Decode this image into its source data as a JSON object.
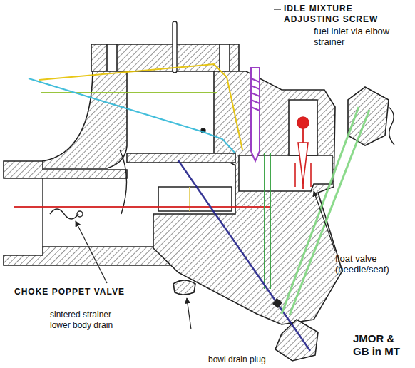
{
  "diagram": {
    "labels": [
      "IDLE MIXTURE ADJUSTING SCREW",
      "fuel inlet via elbow strainer",
      "float valve (needle/seat)",
      "CHOKE POPPET VALVE",
      "sintered strainer lower body drain",
      "bowl drain plug",
      "JMOR & GB in MT"
    ]
  }
}
